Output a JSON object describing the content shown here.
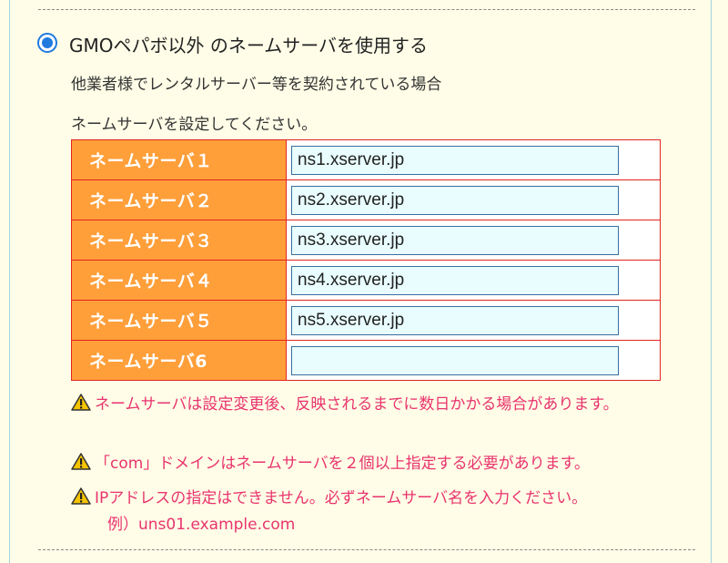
{
  "option": {
    "title": "GMOペパボ以外 のネームサーバを使用する",
    "subtitle": "他業者様でレンタルサーバー等を契約されている場合",
    "selected": true
  },
  "instruction": "ネームサーバを設定してください。",
  "nameservers": [
    {
      "label": "ネームサーバ１",
      "value": "ns1.xserver.jp"
    },
    {
      "label": "ネームサーバ２",
      "value": "ns2.xserver.jp"
    },
    {
      "label": "ネームサーバ３",
      "value": "ns3.xserver.jp"
    },
    {
      "label": "ネームサーバ４",
      "value": "ns4.xserver.jp"
    },
    {
      "label": "ネームサーバ５",
      "value": "ns5.xserver.jp"
    },
    {
      "label": "ネームサーバ6",
      "value": ""
    }
  ],
  "notes": {
    "note1": "ネームサーバは設定変更後、反映されるまでに数日かかる場合があります。",
    "note2": "「com」ドメインはネームサーバを２個以上指定する必要があります。",
    "note3": "IPアドレスの指定はできません。必ずネームサーバ名を入力ください。",
    "note3_example": "例）uns01.example.com"
  },
  "colors": {
    "accent": "#1f7ae0",
    "label_bg": "#ff9f3a",
    "border": "#e0251f",
    "warning_text": "#e8346e",
    "input_bg": "#e9fdff"
  },
  "icons": {
    "warning": "warning-icon",
    "radio": "radio-selected"
  }
}
